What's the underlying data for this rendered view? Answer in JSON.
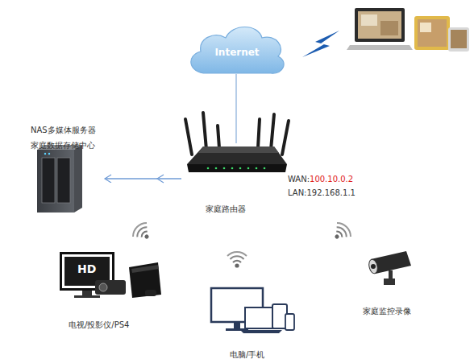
{
  "diagram": {
    "nodes": [
      {
        "text": [
          "Internet"
        ]
      },
      {
        "text": [
          "NAS多媒体服务器 家庭数据存储中心"
        ]
      },
      {
        "text": [
          "家庭路由器",
          "WAN:",
          "100.10.0.2",
          "LAN:192.168.1.1"
        ]
      },
      {
        "text": [
          "电视/投影仪/PS4"
        ]
      },
      {
        "text": [
          "电脑/手机"
        ]
      },
      {
        "text": [
          "家庭监控录像"
        ]
      }
    ],
    "edges": [
      {
        "from": 0,
        "to": 2,
        "arrow": "none"
      },
      {
        "from": 2,
        "to": 1,
        "arrow": "to"
      }
    ],
    "labels": [
      "HD"
    ]
  }
}
